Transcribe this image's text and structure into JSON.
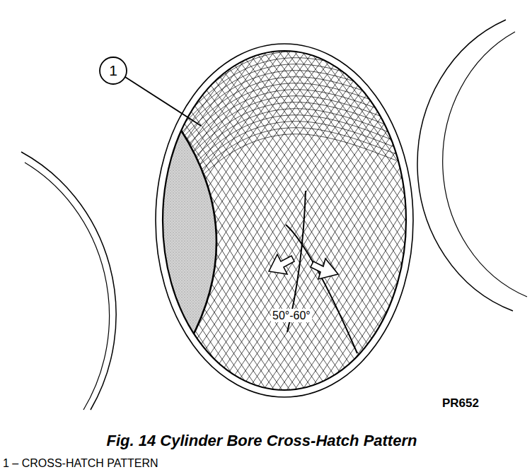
{
  "diagram": {
    "caption": "Fig. 14 Cylinder Bore Cross-Hatch Pattern",
    "labels": [
      "1",
      "50°-60°",
      "PR652",
      "1 – CROSS-HATCH PATTERN"
    ]
  }
}
